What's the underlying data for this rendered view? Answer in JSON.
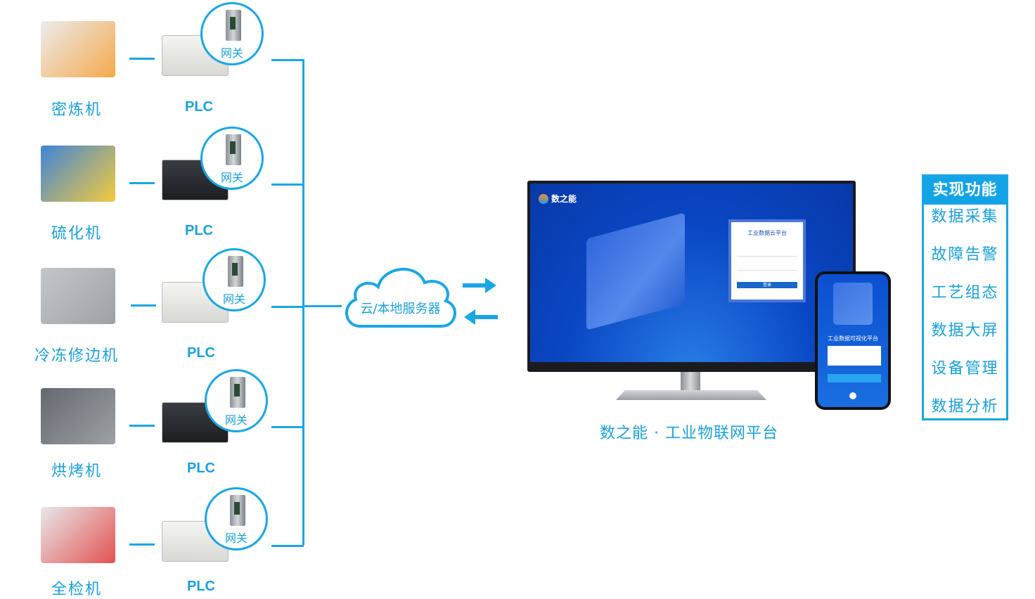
{
  "machines": [
    {
      "name": "密炼机",
      "plc": "PLC",
      "gateway": "网关"
    },
    {
      "name": "硫化机",
      "plc": "PLC",
      "gateway": "网关"
    },
    {
      "name": "冷冻修边机",
      "plc": "PLC",
      "gateway": "网关"
    },
    {
      "name": "烘烤机",
      "plc": "PLC",
      "gateway": "网关"
    },
    {
      "name": "全检机",
      "plc": "PLC",
      "gateway": "网关"
    }
  ],
  "cloud": {
    "label": "云/本地服务器"
  },
  "monitor": {
    "logo": "数之能",
    "login_title": "工业数据云平台",
    "login_button": "登录"
  },
  "phone": {
    "title": "工业数据可视化平台"
  },
  "platform_caption": "数之能 · 工业物联网平台",
  "functions": {
    "title": "实现功能",
    "items": [
      "数据采集",
      "故障告警",
      "工艺组态",
      "数据大屏",
      "设备管理",
      "数据分析"
    ]
  },
  "colors": {
    "accent": "#1aa6e4",
    "screen": "#0a47c4"
  }
}
